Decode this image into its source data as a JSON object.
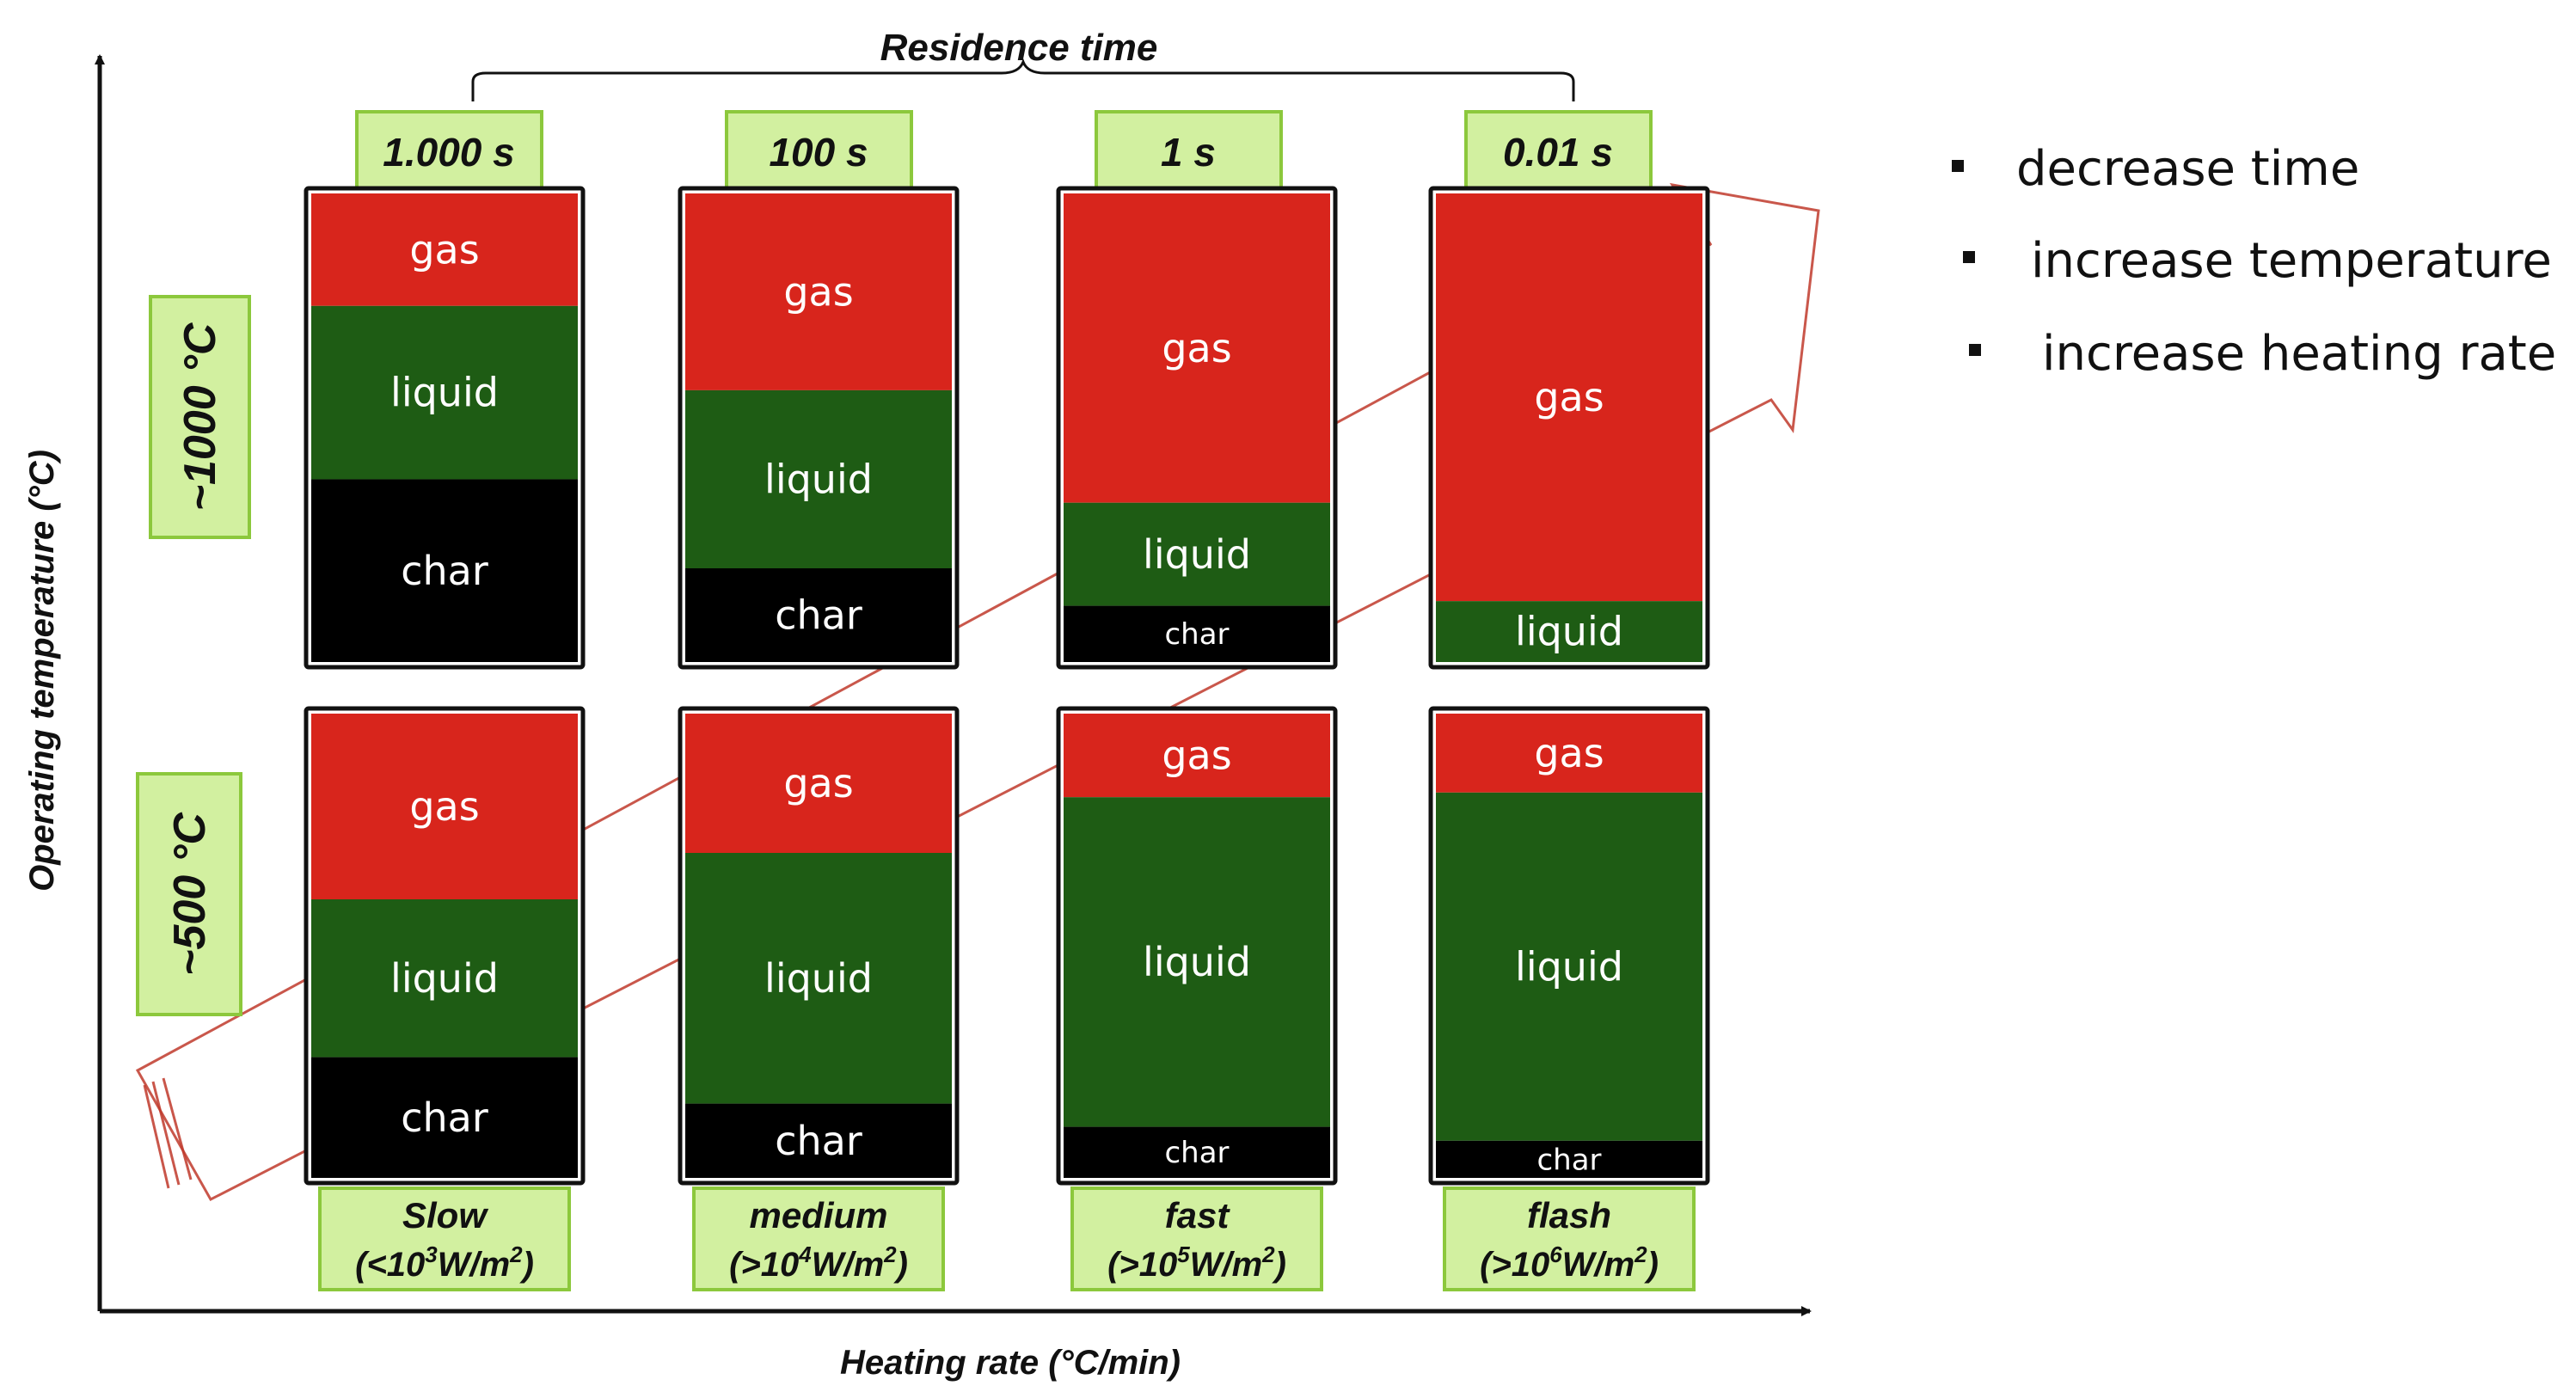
{
  "axes": {
    "x_label": "Heating rate (°C/min)",
    "y_label": "Operating temperature (°C)"
  },
  "residence": {
    "title": "Residence time",
    "times": [
      "1.000 s",
      "100 s",
      "1 s",
      "0.01 s"
    ]
  },
  "rows": {
    "high": "~1000 °C",
    "low": "~500 °C"
  },
  "phase_names": {
    "gas": "gas",
    "liquid": "liquid",
    "char": "char"
  },
  "colors": {
    "gas": "#d8251c",
    "liquid": "#1e5c14",
    "char": "#000000",
    "label_bg": "#d2f0a0",
    "label_border": "#8cc83c",
    "arrow": "#c0392b"
  },
  "modes": [
    {
      "name": "Slow",
      "base": "(<10",
      "exp": "3",
      "unit": "W/m",
      "sq": "2",
      "close": ")",
      "high": {
        "gas": 0.24,
        "liquid": 0.37,
        "char": 0.39
      },
      "low": {
        "gas": 0.4,
        "liquid": 0.34,
        "char": 0.26
      }
    },
    {
      "name": "medium",
      "base": "(>10",
      "exp": "4",
      "unit": "W/m",
      "sq": "2",
      "close": ")",
      "high": {
        "gas": 0.42,
        "liquid": 0.38,
        "char": 0.2
      },
      "low": {
        "gas": 0.3,
        "liquid": 0.54,
        "char": 0.16
      }
    },
    {
      "name": "fast",
      "base": "(>10",
      "exp": "5",
      "unit": "W/m",
      "sq": "2",
      "close": ")",
      "high": {
        "gas": 0.66,
        "liquid": 0.22,
        "char": 0.12
      },
      "low": {
        "gas": 0.18,
        "liquid": 0.71,
        "char": 0.11
      }
    },
    {
      "name": "flash",
      "base": "(>10",
      "exp": "6",
      "unit": "W/m",
      "sq": "2",
      "close": ")",
      "high": {
        "gas": 0.87,
        "liquid": 0.13,
        "char": 0.0
      },
      "low": {
        "gas": 0.17,
        "liquid": 0.75,
        "char": 0.08
      }
    }
  ],
  "legend": [
    "decrease time",
    "increase temperature",
    "increase heating rate"
  ]
}
